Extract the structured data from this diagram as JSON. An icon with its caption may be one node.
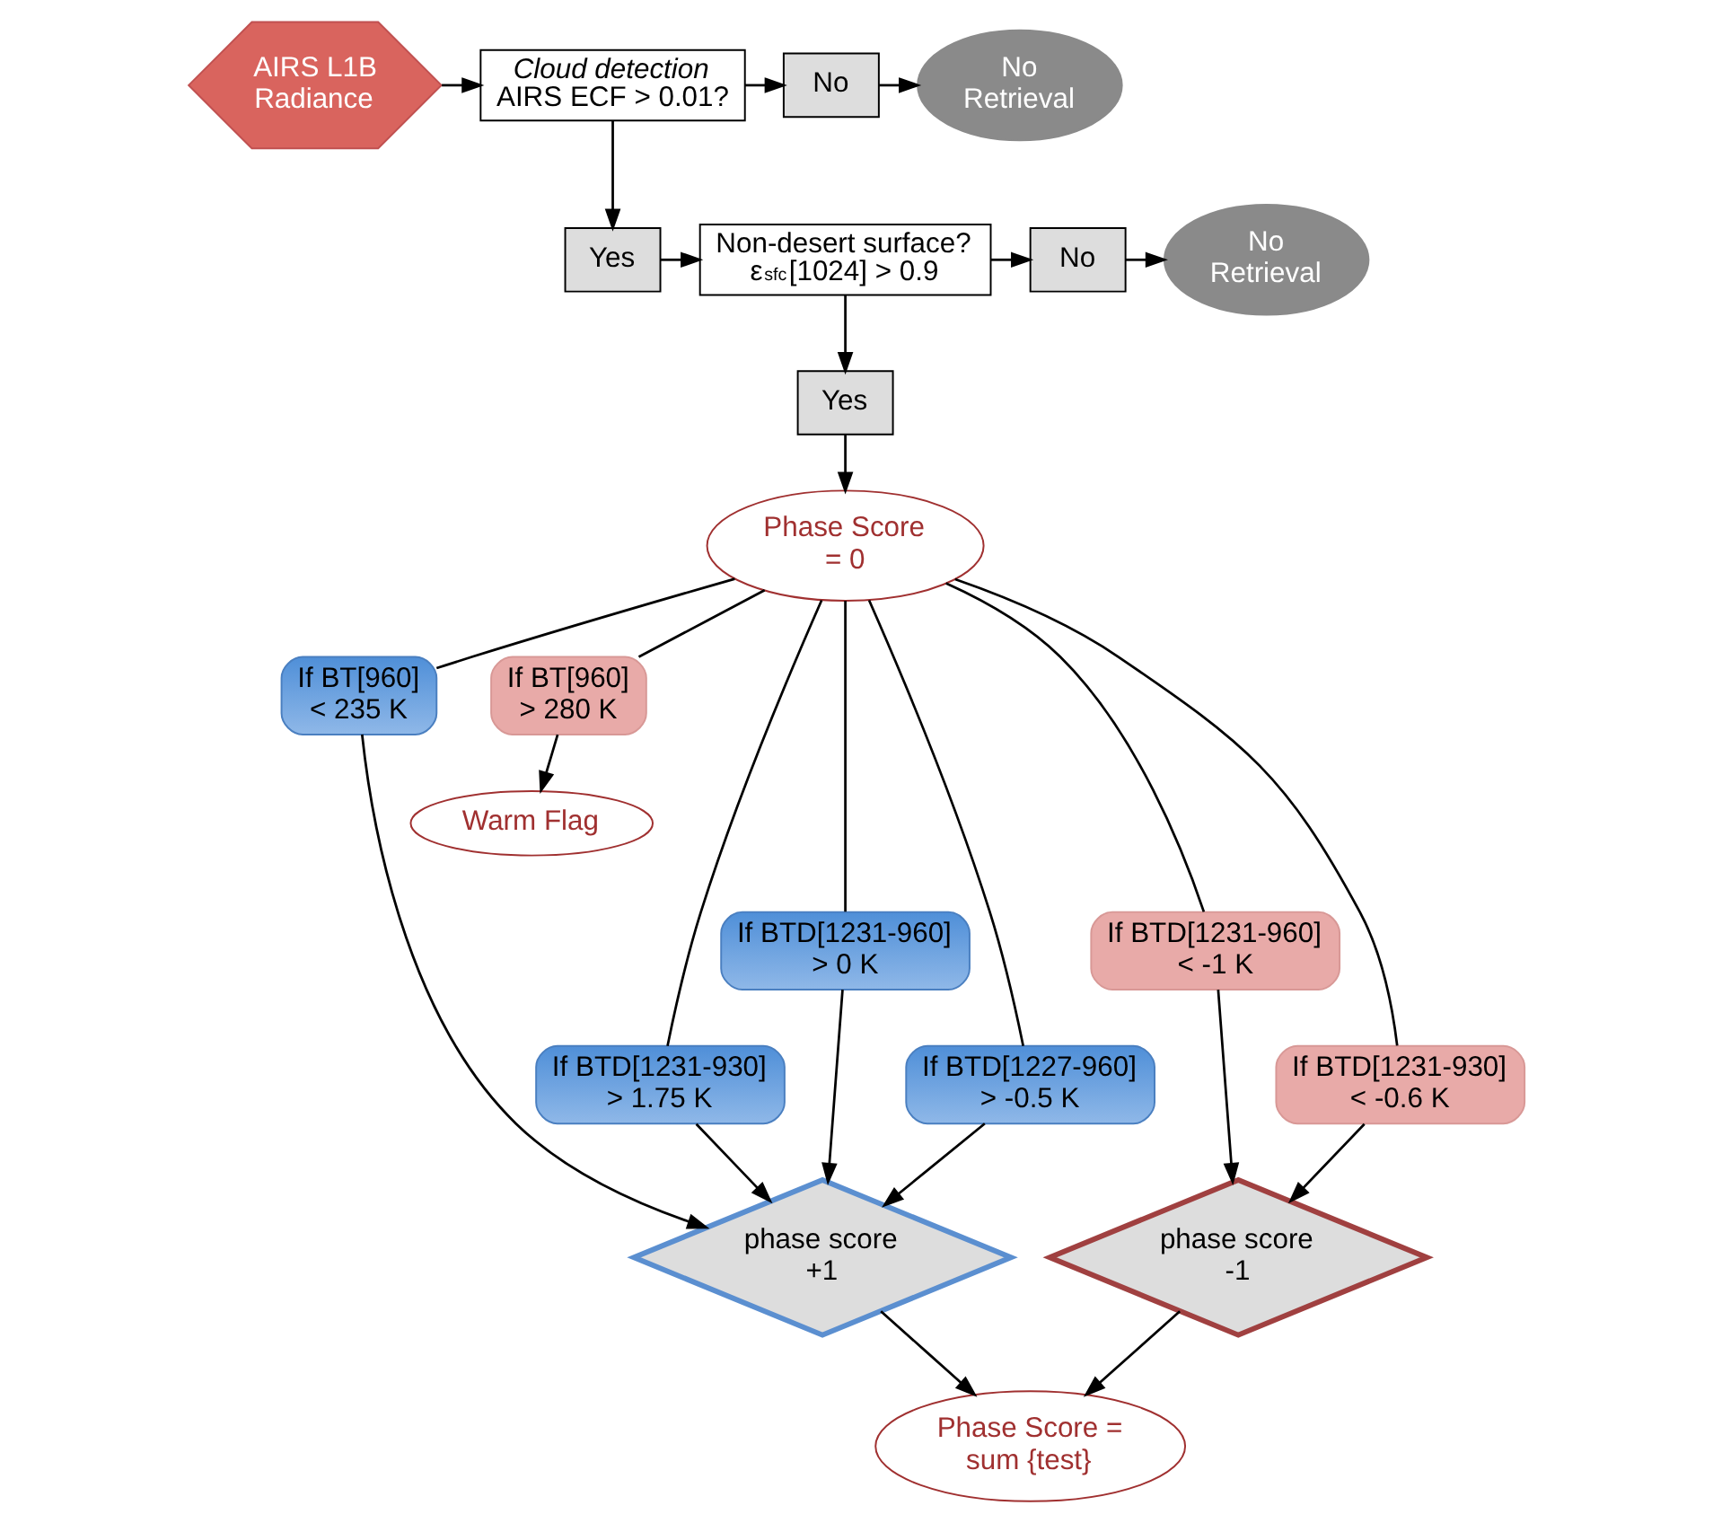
{
  "diagram": {
    "nodes": [
      {
        "text": [
          "AIRS L1B Radiance"
        ]
      },
      {
        "text": [
          "Cloud detection",
          "AIRS ECF > 0.01?"
        ]
      },
      {
        "text": [
          "No"
        ]
      },
      {
        "text": [
          "No Retrieval"
        ]
      },
      {
        "text": [
          "Yes"
        ]
      },
      {
        "text": [
          "Non-desert surface?",
          "ε$_{sfc}$[1024] > 0.9"
        ]
      },
      {
        "text": [
          "No"
        ]
      },
      {
        "text": [
          "No Retrieval"
        ]
      },
      {
        "text": [
          "Yes"
        ]
      },
      {
        "text": [
          "Phase Score = 0"
        ]
      },
      {
        "text": [
          "If BT[960] < 235 K"
        ]
      },
      {
        "text": [
          "If BT[960] > 280 K"
        ]
      },
      {
        "text": [
          "If BTD[1231-960] > 0 K"
        ]
      },
      {
        "text": [
          "If BTD[1231-960] < -1 K"
        ]
      },
      {
        "text": [
          "If BTD[1231-930] > 1.75 K"
        ]
      },
      {
        "text": [
          "If BTD[1231-930] < -0.6 K"
        ]
      },
      {
        "text": [
          "If BTD[1227-960] > -0.5 K"
        ]
      },
      {
        "text": [
          "phase score +1"
        ]
      },
      {
        "text": [
          "phase score -1"
        ]
      },
      {
        "text": [
          "Phase Score = sum {test}"
        ]
      },
      {
        "text": [
          "Warm Flag"
        ]
      }
    ],
    "edges": [
      {
        "from": 0,
        "to": 1,
        "arrow": "to"
      },
      {
        "from": 1,
        "to": 2,
        "arrow": "to"
      },
      {
        "from": 2,
        "to": 3,
        "arrow": "to"
      },
      {
        "from": 1,
        "to": 4,
        "arrow": "to"
      },
      {
        "from": 4,
        "to": 5,
        "arrow": "to"
      },
      {
        "from": 5,
        "to": 6,
        "arrow": "to"
      },
      {
        "from": 6,
        "to": 7,
        "arrow": "to"
      },
      {
        "from": 5,
        "to": 8,
        "arrow": "to"
      },
      {
        "from": 8,
        "to": 9,
        "arrow": "to"
      },
      {
        "from": 9,
        "to": 10,
        "arrow": "none"
      },
      {
        "from": 9,
        "to": 12,
        "arrow": "none"
      },
      {
        "from": 9,
        "to": 14,
        "arrow": "none"
      },
      {
        "from": 9,
        "to": 16,
        "arrow": "none"
      },
      {
        "from": 9,
        "to": 15,
        "arrow": "none"
      },
      {
        "from": 9,
        "to": 13,
        "arrow": "none"
      },
      {
        "from": 9,
        "to": 11,
        "arrow": "none"
      },
      {
        "from": 10,
        "to": 17,
        "arrow": "to"
      },
      {
        "from": 12,
        "to": 17,
        "arrow": "to"
      },
      {
        "from": 14,
        "to": 17,
        "arrow": "to"
      },
      {
        "from": 16,
        "to": 17,
        "arrow": "to"
      },
      {
        "from": 15,
        "to": 18,
        "arrow": "to"
      },
      {
        "from": 13,
        "to": 18,
        "arrow": "to"
      },
      {
        "from": 11,
        "to": 20,
        "arrow": "to"
      },
      {
        "from": 17,
        "to": 19,
        "arrow": "to"
      },
      {
        "from": 18,
        "to": 19,
        "arrow": "to"
      }
    ]
  }
}
